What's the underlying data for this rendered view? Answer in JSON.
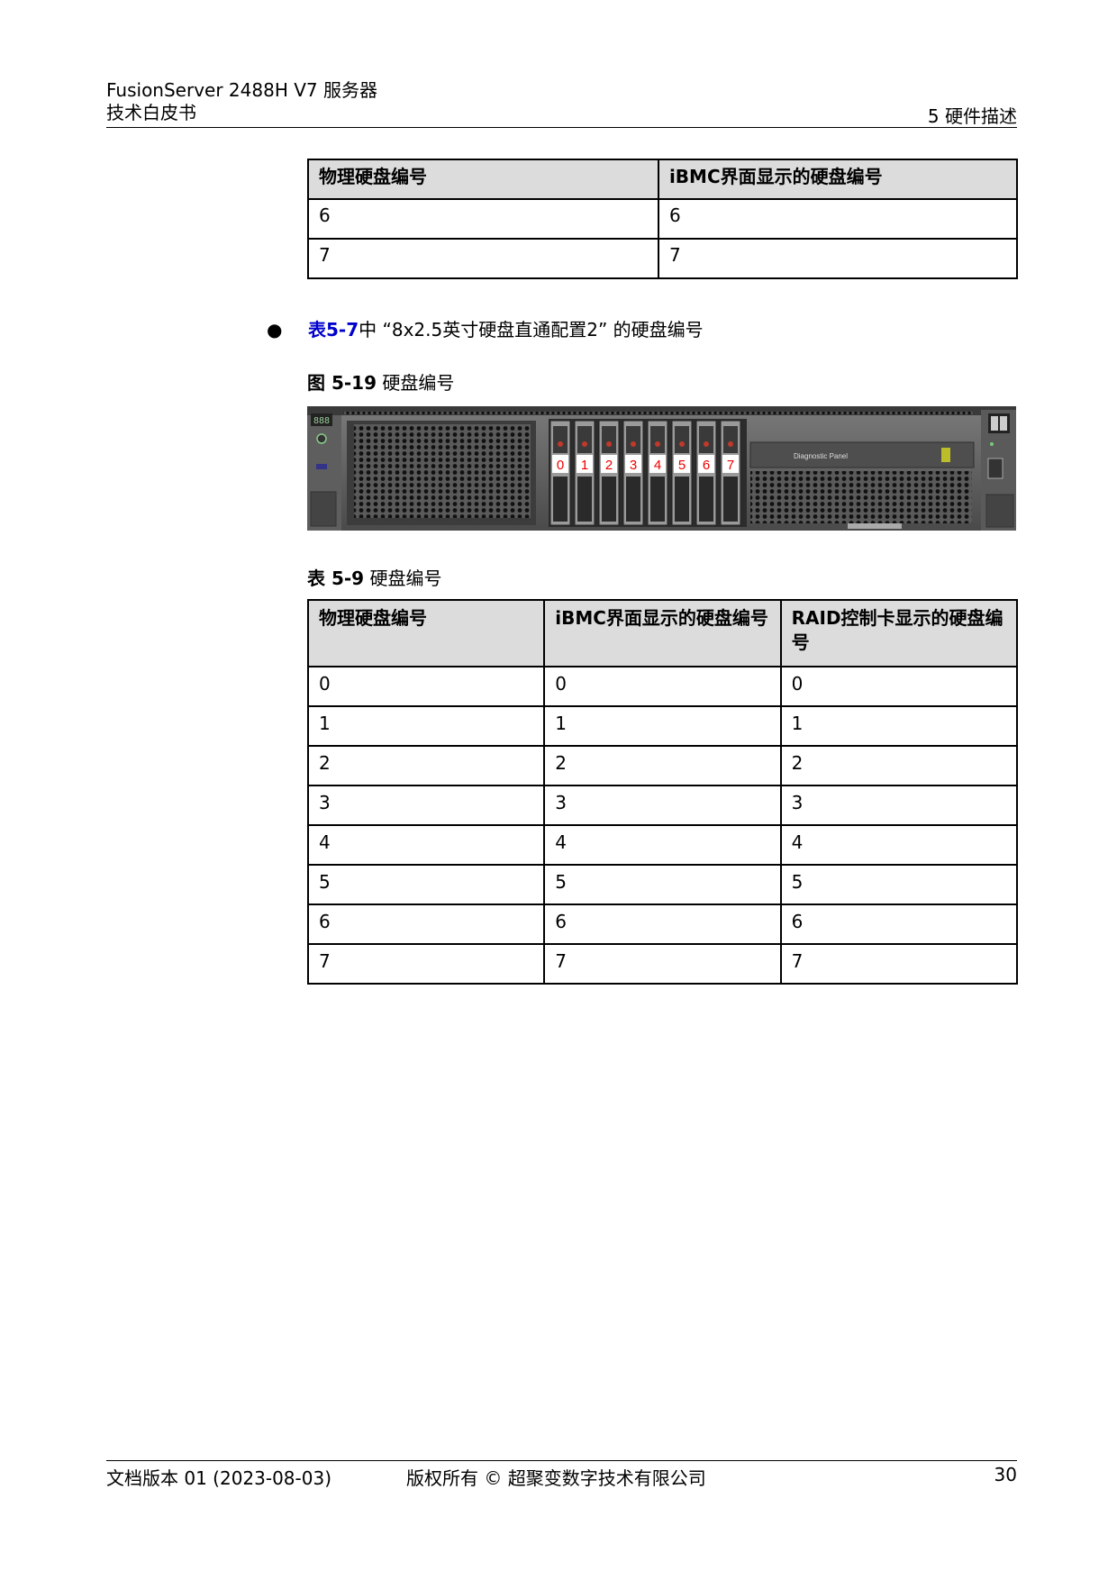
{
  "header": {
    "product": "FusionServer 2488H V7 服务器",
    "doc_type": "技术白皮书",
    "section": "5 硬件描述"
  },
  "table1": {
    "headers": [
      "物理硬盘编号",
      "iBMC界面显示的硬盘编号"
    ],
    "rows": [
      [
        "6",
        "6"
      ],
      [
        "7",
        "7"
      ]
    ]
  },
  "bullet": {
    "link": "表5-7",
    "text": "中 “8x2.5英寸硬盘直通配置2” 的硬盘编号"
  },
  "figure": {
    "caption_label": "图 5-19",
    "caption_text": "硬盘编号",
    "slot_labels": [
      "0",
      "1",
      "2",
      "3",
      "4",
      "5",
      "6",
      "7"
    ],
    "panel_label": "Diagnostic Panel",
    "display_text": "888"
  },
  "table2": {
    "caption_label": "表 5-9",
    "caption_text": "硬盘编号",
    "headers": [
      "物理硬盘编号",
      "iBMC界面显示的硬盘编号",
      "RAID控制卡显示的硬盘编号"
    ],
    "rows": [
      [
        "0",
        "0",
        "0"
      ],
      [
        "1",
        "1",
        "1"
      ],
      [
        "2",
        "2",
        "2"
      ],
      [
        "3",
        "3",
        "3"
      ],
      [
        "4",
        "4",
        "4"
      ],
      [
        "5",
        "5",
        "5"
      ],
      [
        "6",
        "6",
        "6"
      ],
      [
        "7",
        "7",
        "7"
      ]
    ]
  },
  "footer": {
    "version": "文档版本 01 (2023-08-03)",
    "copyright": "版权所有 © 超聚变数字技术有限公司",
    "page": "30"
  }
}
